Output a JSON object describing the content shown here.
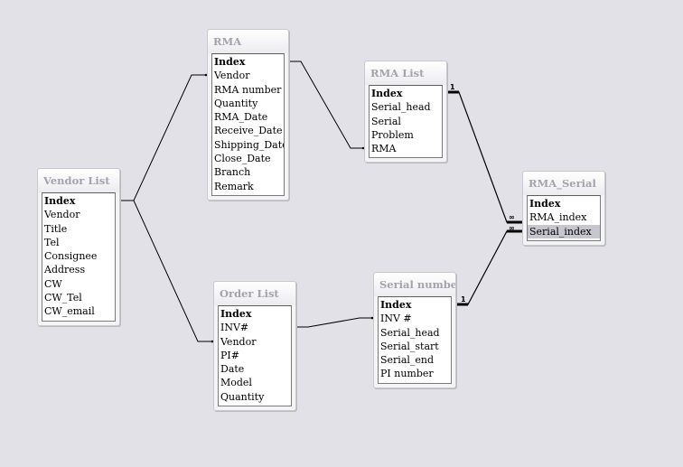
{
  "tables": [
    {
      "id": "rma",
      "title": "RMA",
      "fields": [
        "Index",
        "Vendor",
        "RMA number",
        "Quantity",
        "RMA_Date",
        "Receive_Date",
        "Shipping_Date",
        "Close_Date",
        "Branch",
        "Remark"
      ],
      "key_fields": [
        "Index"
      ]
    },
    {
      "id": "rma_list",
      "title": "RMA List",
      "fields": [
        "Index",
        "Serial_head",
        "Serial",
        "Problem",
        "RMA"
      ],
      "key_fields": [
        "Index"
      ]
    },
    {
      "id": "rma_serial",
      "title": "RMA_Serial",
      "fields": [
        "Index",
        "RMA_index",
        "Serial_index"
      ],
      "key_fields": [
        "Index"
      ],
      "selected_field": "Serial_index"
    },
    {
      "id": "vendor_list",
      "title": "Vendor List",
      "fields": [
        "Index",
        "Vendor",
        "Title",
        "Tel",
        "Consignee",
        "Address",
        "CW",
        "CW_Tel",
        "CW_email"
      ],
      "key_fields": [
        "Index"
      ]
    },
    {
      "id": "order_list",
      "title": "Order List",
      "fields": [
        "Index",
        "INV#",
        "Vendor",
        "PI#",
        "Date",
        "Model",
        "Quantity"
      ],
      "key_fields": [
        "Index"
      ]
    },
    {
      "id": "serial_number",
      "title": "Serial number",
      "fields": [
        "Index",
        "INV #",
        "Serial_head",
        "Serial_start",
        "Serial_end",
        "PI number"
      ],
      "key_fields": [
        "Index"
      ]
    }
  ],
  "relationships": [
    {
      "from": "vendor_list",
      "to": "rma",
      "enforced": false
    },
    {
      "from": "vendor_list",
      "to": "order_list",
      "enforced": false
    },
    {
      "from": "rma",
      "to": "rma_list",
      "enforced": false
    },
    {
      "from": "order_list",
      "to": "serial_number",
      "enforced": false
    },
    {
      "from": "rma_list",
      "to": "rma_serial",
      "enforced": true,
      "one_label": "1",
      "many_label": "∞"
    },
    {
      "from": "serial_number",
      "to": "rma_serial",
      "enforced": true,
      "one_label": "1",
      "many_label": "∞"
    }
  ],
  "colors": {
    "background": "#e2e1e8",
    "title_text": "#a3a3ab",
    "line": "#000000",
    "selected_field": "#c6c6ce"
  }
}
